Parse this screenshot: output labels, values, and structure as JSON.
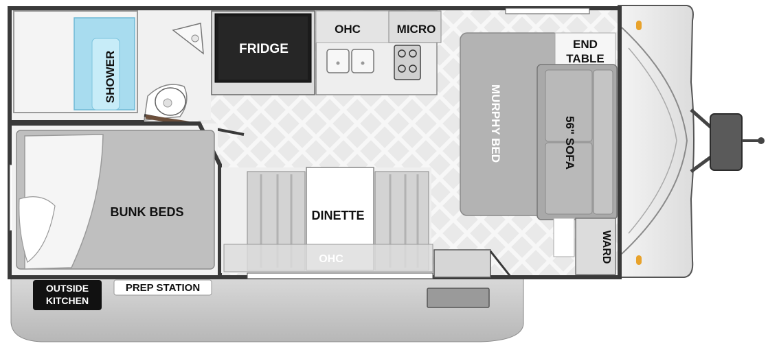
{
  "floorplan": {
    "labels": {
      "shower": "SHOWER",
      "fridge": "FRIDGE",
      "ohc_top": "OHC",
      "micro": "MICRO",
      "end_table_1": "END",
      "end_table_2": "TABLE",
      "murphy_bed": "MURPHY BED",
      "sofa": "56\" SOFA",
      "bunk_beds": "BUNK BEDS",
      "dinette": "DINETTE",
      "ohc_bottom": "OHC",
      "ward": "WARD",
      "outside_kitchen_1": "OUTSIDE",
      "outside_kitchen_2": "KITCHEN",
      "prep_station": "PREP STATION"
    },
    "colors": {
      "wall": "#3a3a3a",
      "floor": "#e8e8e8",
      "furniture": "#bdbdbd",
      "shower_water": "#9fd8ee",
      "fridge": "#1a1a1a",
      "awning": "#cfcfcf",
      "label_dark_bg": "#111111"
    }
  }
}
